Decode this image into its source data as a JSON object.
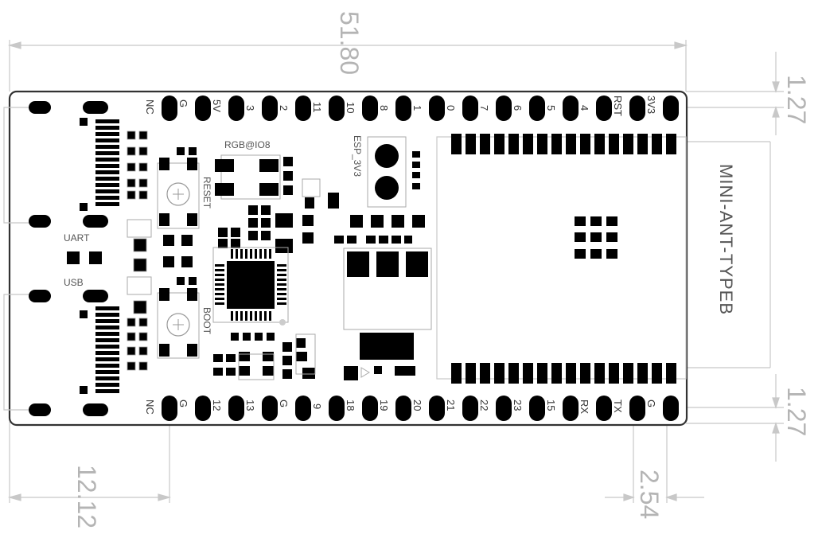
{
  "dimensions": {
    "width": "51.80",
    "pin_pitch_top": "1.27",
    "pin_pitch_bottom": "1.27",
    "left_offset": "12.12",
    "pin_spacing": "2.54"
  },
  "labels": {
    "module_name": "MINI-ANT-TYPEB",
    "rgb": "RGB@IO8",
    "reset": "RESET",
    "boot": "BOOT",
    "uart": "UART",
    "usb": "USB",
    "esp_3v3": "ESP_3V3"
  },
  "top_pins": [
    "NC",
    "G",
    "5V",
    "3",
    "2",
    "11",
    "10",
    "8",
    "1",
    "0",
    "7",
    "6",
    "5",
    "4",
    "RST",
    "3V3"
  ],
  "bottom_pins": [
    "NC",
    "G",
    "12",
    "13",
    "G",
    "9",
    "18",
    "19",
    "20",
    "21",
    "22",
    "23",
    "15",
    "RX",
    "TX",
    "G"
  ],
  "colors": {
    "dimension": "#b4b4b4",
    "outline": "#c8c8c8",
    "board_edge": "#333333",
    "pad": "#000000"
  }
}
